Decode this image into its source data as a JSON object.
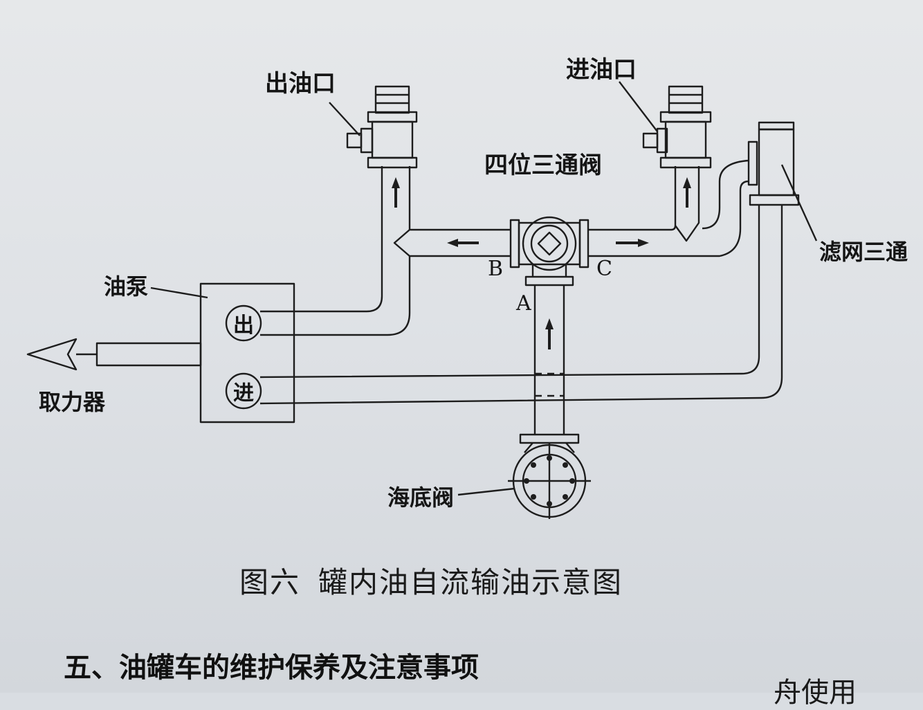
{
  "diagram": {
    "labels": {
      "outlet": "出油口",
      "inlet": "进油口",
      "four_way_valve": "四位三通阀",
      "filter_tee": "滤网三通",
      "pump": "油泵",
      "pump_out": "出",
      "pump_in": "进",
      "pto": "取力器",
      "sea_valve": "海底阀",
      "port_a": "A",
      "port_b": "B",
      "port_c": "C"
    }
  },
  "caption": {
    "number": "图六",
    "title": "罐内油自流输油示意图"
  },
  "section": {
    "heading": "五、油罐车的维护保养及注意事项",
    "clipped_text": "舟使用"
  }
}
